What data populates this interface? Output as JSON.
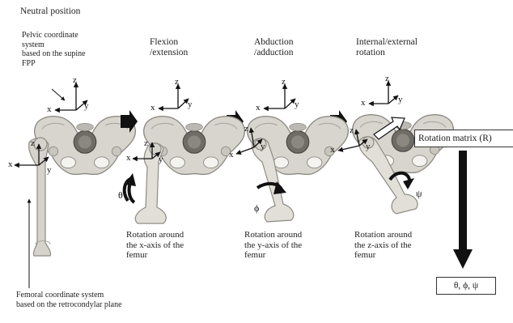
{
  "headings": {
    "neutral": "Neutral position",
    "flexion": "Flexion\n/extension",
    "abduction": "Abduction\n/adduction",
    "rotation": "Internal/external\nrotation"
  },
  "annotations": {
    "pelvic": "Pelvic coordinate\nsystem\nbased on the supine\nFPP",
    "femoral": "Femoral coordinate system\nbased on the retrocondylar plane"
  },
  "captions": {
    "x_axis": "Rotation around\nthe x-axis of the\nfemur",
    "y_axis": "Rotation around\nthe y-axis of the\nfemur",
    "z_axis": "Rotation around\nthe z-axis of the\nfemur"
  },
  "symbols": {
    "theta": "θ",
    "phi": "ϕ",
    "psi": "ψ"
  },
  "axis_letters": {
    "x": "x",
    "y": "y",
    "z": "z"
  },
  "rotation_matrix": "Rotation matrix (R)",
  "output_angles": "θ, ϕ, ψ",
  "colors": {
    "bone": "#d6d3cc",
    "bone_dark": "#8e8b84",
    "arrow": "#1a1a1a"
  }
}
